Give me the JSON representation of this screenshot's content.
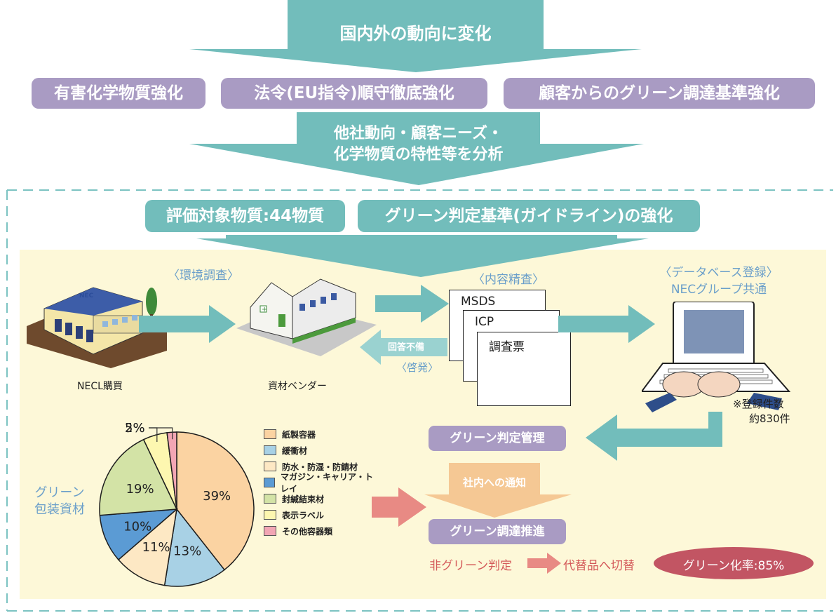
{
  "top_arrow": {
    "label": "国内外の動向に変化"
  },
  "factors": [
    {
      "label": "有害化学物質強化"
    },
    {
      "label": "法令(EU指令)順守徹底強化"
    },
    {
      "label": "顧客からのグリーン調達基準強化"
    }
  ],
  "analysis_arrow": {
    "line1": "他社動向・顧客ニーズ・",
    "line2": "化学物質の特性等を分析"
  },
  "criteria": [
    {
      "label": "評価対象物質:44物質"
    },
    {
      "label": "グリーン判定基準(ガイドライン)の強化"
    }
  ],
  "flow": {
    "survey_label": "〈環境調査〉",
    "review_label": "〈内容精査〉",
    "db_label_line1": "〈データベース登録〉",
    "db_label_line2": "NECグループ共通",
    "buyer_label": "NECL購買",
    "vendor_label": "資材ベンダー",
    "reply_incomplete": "回答不備",
    "enlighten": "〈啓発〉",
    "documents": [
      "MSDS",
      "ICP",
      "調査票"
    ],
    "registered_line1": "※登録件数",
    "registered_line2": "約830件",
    "green_judgement": "グリーン判定管理",
    "internal_notice": "社内への通知",
    "green_procurement": "グリーン調達推進",
    "non_green": "非グリーン判定",
    "replace": "代替品へ切替",
    "green_rate": "グリーン化率:85%",
    "building_sign": "NEC"
  },
  "pie_title_line1": "グリーン",
  "pie_title_line2": "包装資材",
  "colors": {
    "teal": "#72bdbb",
    "purple": "#a99bc3",
    "panel": "#fdf8d8",
    "pink_arrow": "#e88a84",
    "peach_arrow": "#f5c894",
    "oval": "#c25563",
    "red_text": "#d45a5a"
  },
  "chart_data": {
    "type": "pie",
    "categories": [
      "紙製容器",
      "緩衝材",
      "防水・防湿・防錆材",
      "マガジン・キャリア・トレイ",
      "封緘結束材",
      "表示ラベル",
      "その他容器類"
    ],
    "values": [
      39,
      13,
      11,
      10,
      19,
      5,
      2
    ],
    "labels": [
      "39%",
      "13%",
      "11%",
      "10%",
      "19%",
      "5%",
      "2%"
    ],
    "colors": [
      "#fbd3a2",
      "#a8d1e5",
      "#fde8c4",
      "#5b9bd4",
      "#d3e3a6",
      "#fdf7b0",
      "#f2a6b4"
    ]
  }
}
